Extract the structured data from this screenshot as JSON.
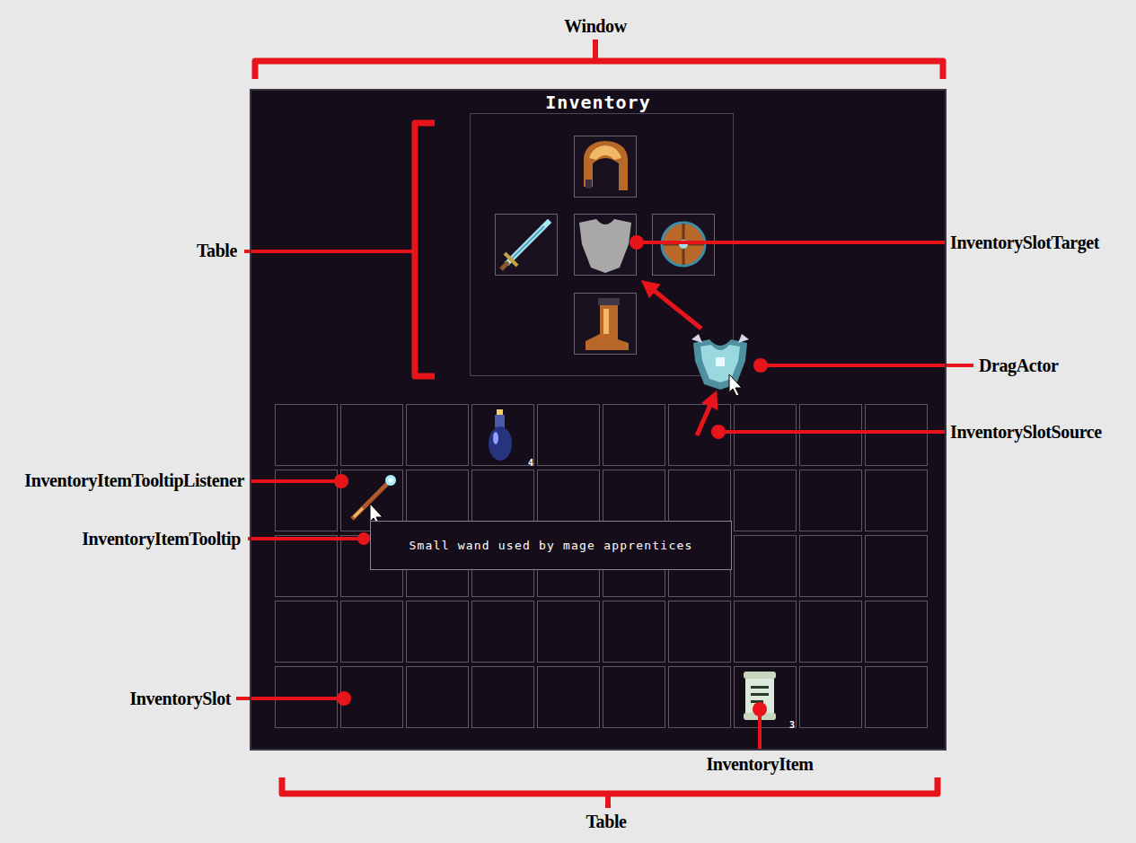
{
  "diagram": {
    "nodes": [
      {
        "text": [
          "Inventory"
        ]
      },
      {
        "text": [
          "Small wand used by mage apprentices"
        ],
        "in": 0
      }
    ],
    "labels": [
      "Window",
      "Table",
      "InventorySlotTarget",
      "DragActor",
      "InventorySlotSource",
      "InventoryItemTooltipListener",
      "InventoryItemTooltip",
      "InventorySlot",
      "InventoryItem",
      "Table",
      "4",
      "3"
    ]
  }
}
